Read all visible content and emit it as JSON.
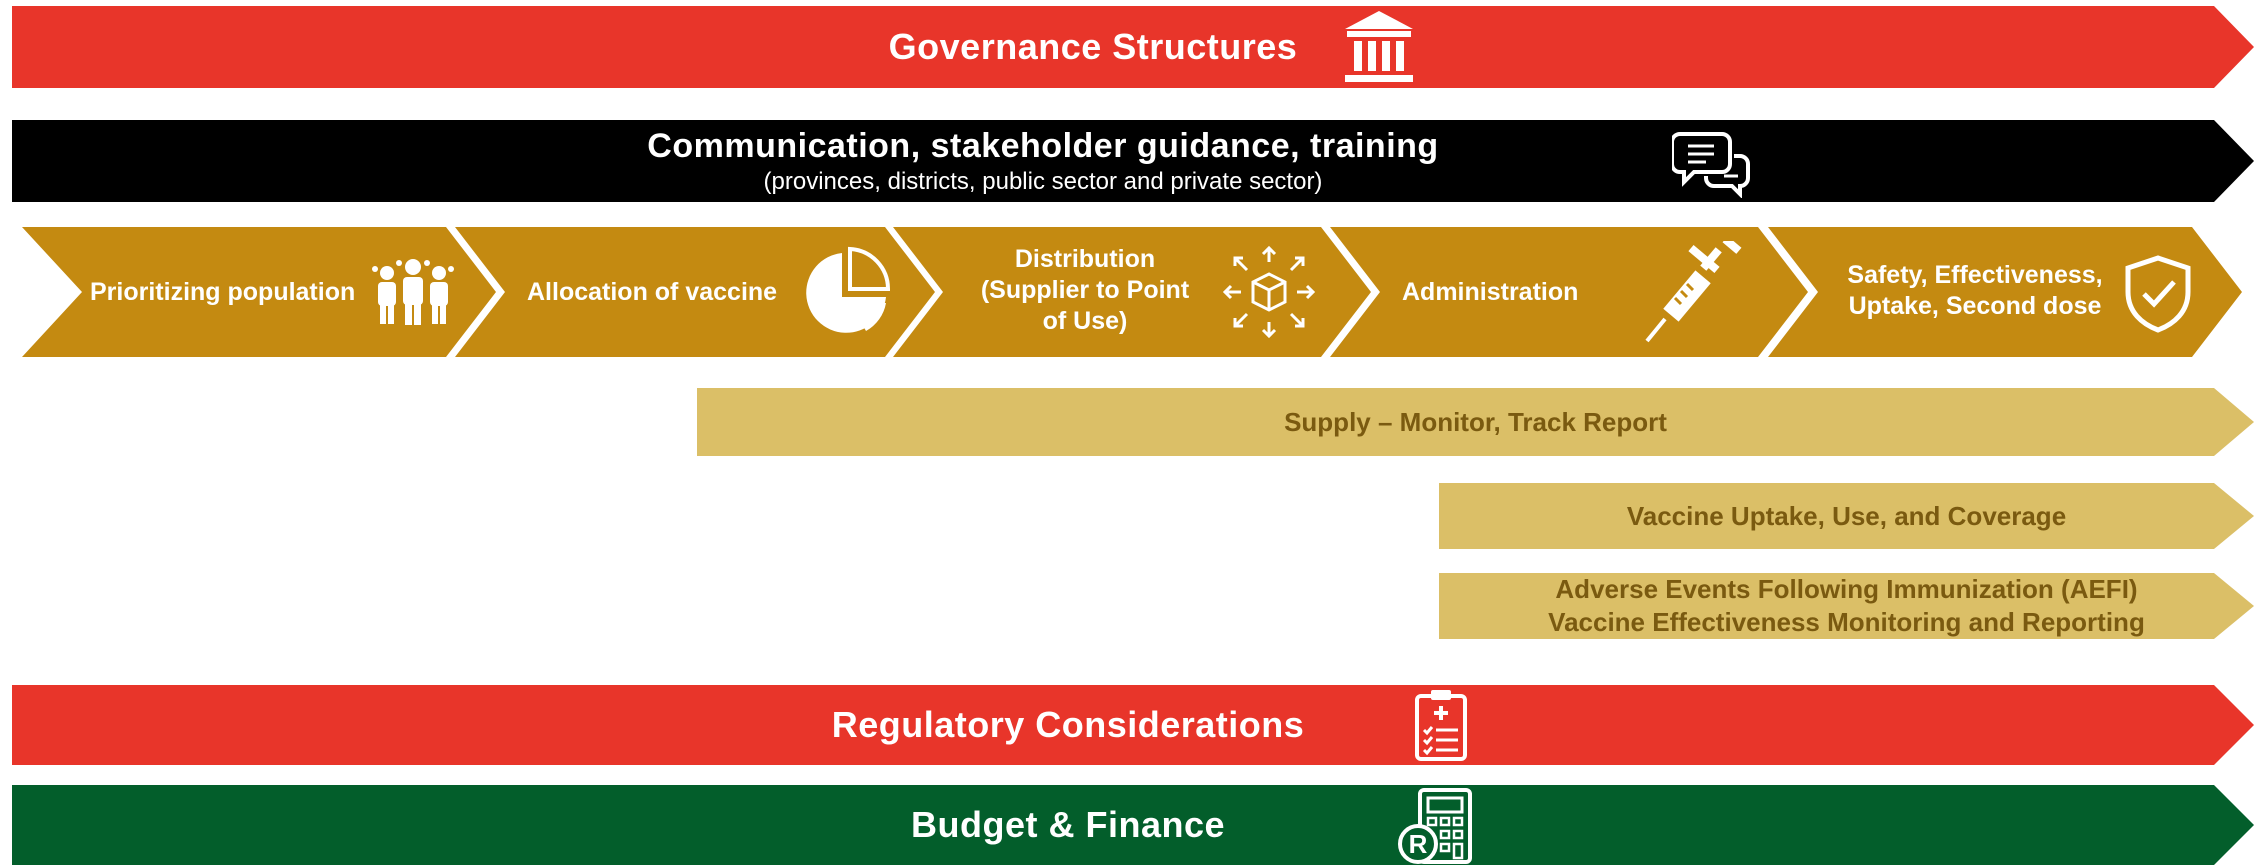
{
  "top": {
    "governance": "Governance Structures",
    "communication_title": "Communication,  stakeholder guidance, training",
    "communication_subtitle": "(provinces, districts, public sector and private sector)"
  },
  "steps": [
    {
      "label": "Prioritizing population",
      "icon": "people-icon"
    },
    {
      "label": "Allocation of vaccine",
      "icon": "pie-chart-icon"
    },
    {
      "label_lines": [
        "Distribution",
        "(Supplier to Point",
        "of Use)"
      ],
      "icon": "box-distribution-icon"
    },
    {
      "label": "Administration",
      "icon": "syringe-icon"
    },
    {
      "label_lines": [
        "Safety, Effectiveness,",
        "Uptake, Second dose"
      ],
      "icon": "shield-check-icon"
    }
  ],
  "monitoring": {
    "supply": "Supply – Monitor, Track Report",
    "uptake": "Vaccine Uptake, Use, and Coverage",
    "aefi_line1": "Adverse Events Following Immunization (AEFI)",
    "aefi_line2": "Vaccine Effectiveness Monitoring and Reporting"
  },
  "bottom": {
    "regulatory": "Regulatory  Considerations",
    "budget": "Budget & Finance"
  },
  "colors": {
    "red": "#e8352a",
    "black": "#000000",
    "gold": "#c48a11",
    "light_gold": "#dbbf67",
    "green": "#035e2b"
  }
}
